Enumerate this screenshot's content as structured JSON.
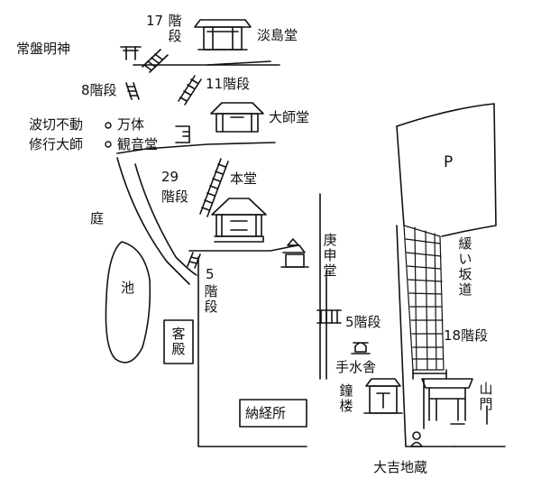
{
  "labels": {
    "awashima_do": "淡島堂",
    "tokiwa_myojin": "常盤明神",
    "steps_17": "17",
    "steps_17_kanji": "階段",
    "steps_8": "8階段",
    "steps_11": "11階段",
    "daishi_do": "大師堂",
    "namikiri_fudo": "波切不動",
    "shugyo_daishi": "修行大師",
    "mantai": "万体",
    "kannon_do": "観音堂",
    "steps_29": "29",
    "steps_29_kanji": "階段",
    "hondo": "本堂",
    "niwa": "庭",
    "ike": "池",
    "koshin_do": "庚申堂",
    "yurui_sakamichi": "緩い坂道",
    "steps_5_left": "5",
    "steps_5_left_kanji": "階段",
    "kyakuden": "客殿",
    "steps_5_right": "5階段",
    "steps_18": "18階段",
    "temizusha": "手水舎",
    "shoro": "鐘楼",
    "sanmon": "山門",
    "nokyojo": "納経所",
    "okichi_jizo": "大吉地蔵",
    "parking": "P"
  }
}
